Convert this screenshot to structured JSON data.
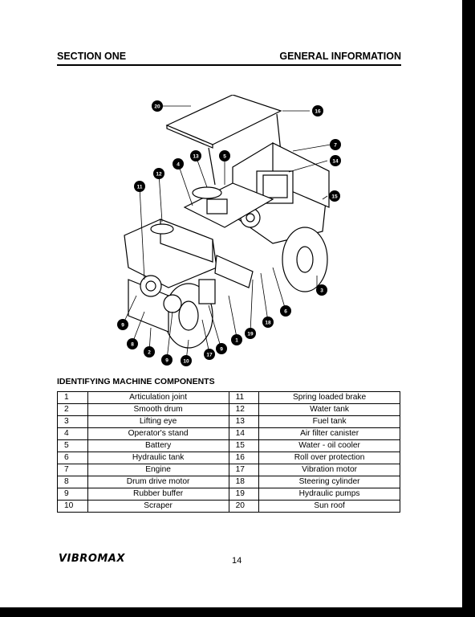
{
  "header": {
    "left": "SECTION ONE",
    "right": "GENERAL INFORMATION"
  },
  "subtitle": "IDENTIFYING MACHINE COMPONENTS",
  "callouts": [
    "20",
    "16",
    "13",
    "5",
    "7",
    "14",
    "4",
    "12",
    "11",
    "15",
    "3",
    "6",
    "18",
    "19",
    "9",
    "8",
    "2",
    "9",
    "10",
    "17",
    "9",
    "1"
  ],
  "components": [
    {
      "n1": "1",
      "t1": "Articulation joint",
      "n2": "11",
      "t2": "Spring loaded brake"
    },
    {
      "n1": "2",
      "t1": "Smooth drum",
      "n2": "12",
      "t2": "Water tank"
    },
    {
      "n1": "3",
      "t1": "Lifting eye",
      "n2": "13",
      "t2": "Fuel tank"
    },
    {
      "n1": "4",
      "t1": "Operator's stand",
      "n2": "14",
      "t2": "Air filter canister"
    },
    {
      "n1": "5",
      "t1": "Battery",
      "n2": "15",
      "t2": "Water - oil cooler"
    },
    {
      "n1": "6",
      "t1": "Hydraulic tank",
      "n2": "16",
      "t2": "Roll over protection"
    },
    {
      "n1": "7",
      "t1": "Engine",
      "n2": "17",
      "t2": "Vibration motor"
    },
    {
      "n1": "8",
      "t1": "Drum drive motor",
      "n2": "18",
      "t2": "Steering cylinder"
    },
    {
      "n1": "9",
      "t1": "Rubber buffer",
      "n2": "19",
      "t2": "Hydraulic pumps"
    },
    {
      "n1": "10",
      "t1": "Scraper",
      "n2": "20",
      "t2": "Sun roof"
    }
  ],
  "footer": {
    "logo": "VIBROMAX",
    "page_number": "14"
  }
}
